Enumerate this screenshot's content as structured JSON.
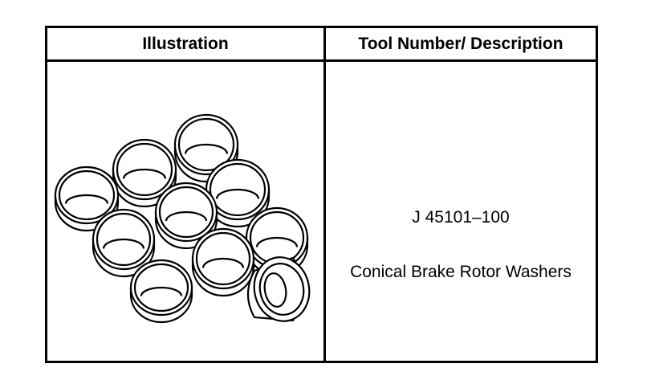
{
  "table": {
    "headers": {
      "illustration": "Illustration",
      "tool": "Tool Number/ Description"
    },
    "row": {
      "illustration_icon": "conical-washers-illustration",
      "tool_number": "J 45101–100",
      "description": "Conical Brake Rotor Washers"
    }
  }
}
